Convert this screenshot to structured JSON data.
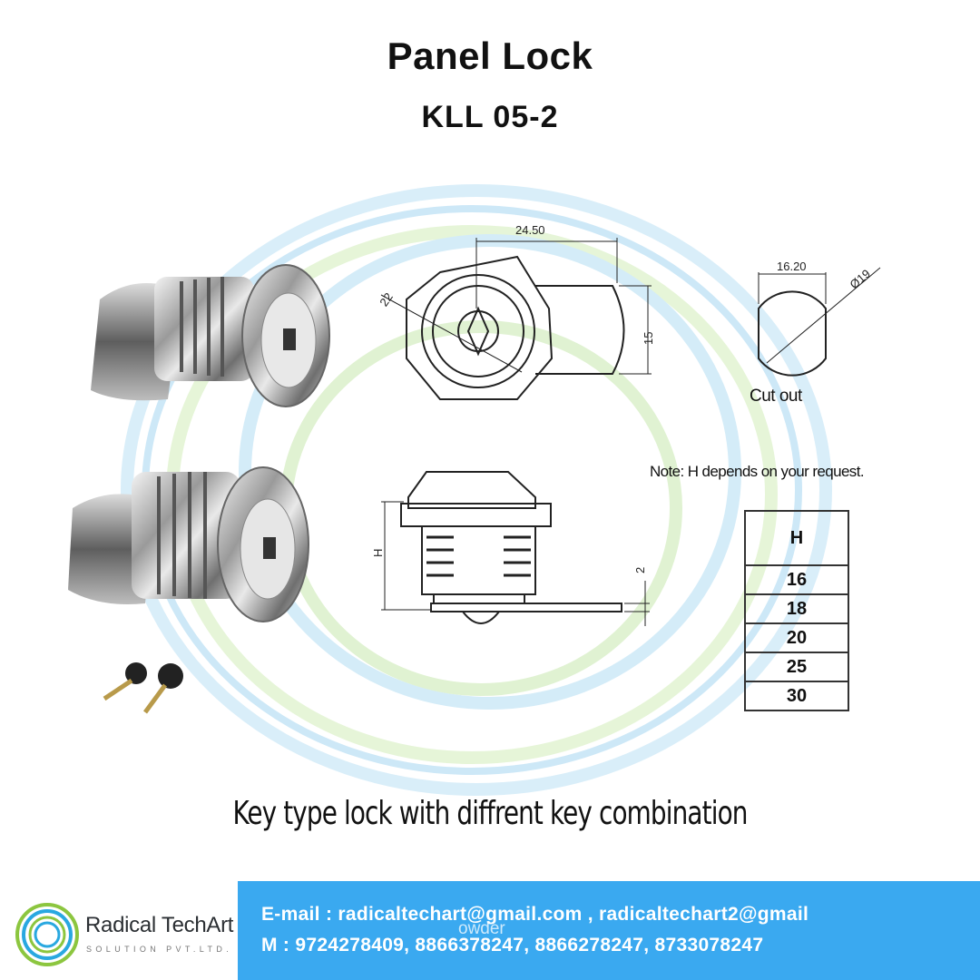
{
  "title": "Panel Lock",
  "model": "KLL 05-2",
  "drawing": {
    "dim_width": "24.50",
    "dim_diameter": "22",
    "dim_height": "15",
    "dim_h": "H",
    "dim_thickness": "2",
    "cutout_width": "16.20",
    "cutout_diameter": "Ø19",
    "cutout_label": "Cut out"
  },
  "note": "Note: H depends on your request.",
  "h_table": {
    "header": "H",
    "values": [
      "16",
      "18",
      "20",
      "25",
      "30"
    ]
  },
  "caption": "Key type lock with diffrent key combination",
  "footer": {
    "email_line": "E-mail : radicaltechart@gmail.com , radicaltechart2@gmail",
    "phone_line": "M : 9724278409, 8866378247, 8866278247, 8733078247",
    "watermark": "owder"
  },
  "brand": {
    "name": "Radical TechArt",
    "subtitle": "SOLUTION PVT.LTD."
  },
  "colors": {
    "footer_bg": "#3aa9f0",
    "ring_blue": "#bfe3f6",
    "ring_green": "#dff3cf",
    "logo_green": "#8cc63f",
    "logo_blue": "#29a8e0"
  }
}
